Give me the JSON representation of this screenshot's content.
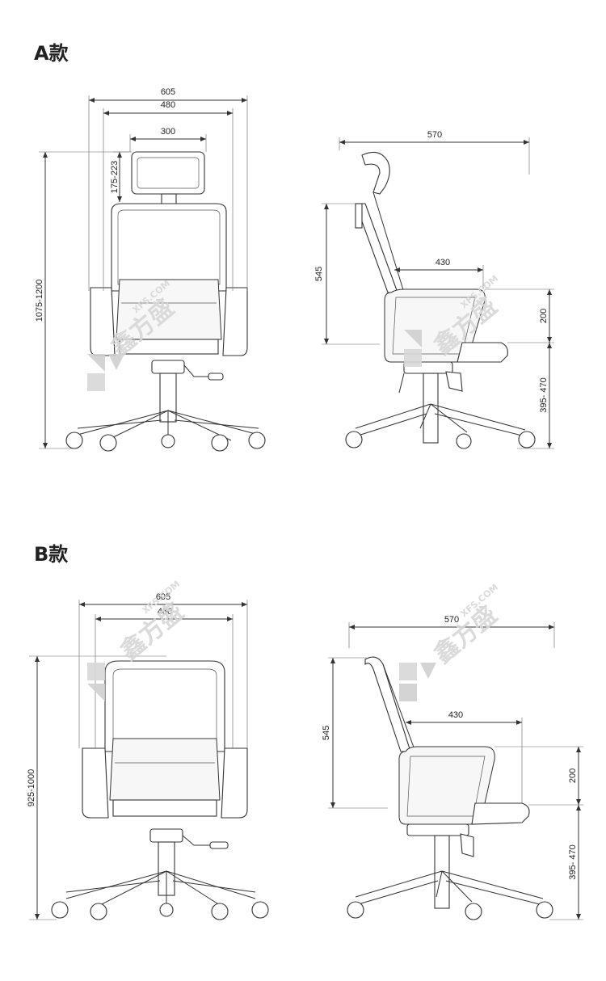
{
  "sections": [
    {
      "title": "A款",
      "front": {
        "overall_width": "605",
        "frame_width": "480",
        "headrest_width": "300",
        "headrest_adjust": "175-223",
        "total_height": "1075-1200"
      },
      "side": {
        "depth": "570",
        "seat_depth": "430",
        "back_height": "545",
        "arm_height": "200",
        "seat_height": "395- 470"
      }
    },
    {
      "title": "B款",
      "front": {
        "overall_width": "605",
        "frame_width": "480",
        "total_height": "925-1000"
      },
      "side": {
        "depth": "570",
        "seat_depth": "430",
        "back_height": "545",
        "arm_height": "200",
        "seat_height": "395- 470"
      }
    }
  ],
  "watermark": {
    "brand_cn": "鑫方盛",
    "brand_en": "XFS.COM"
  }
}
